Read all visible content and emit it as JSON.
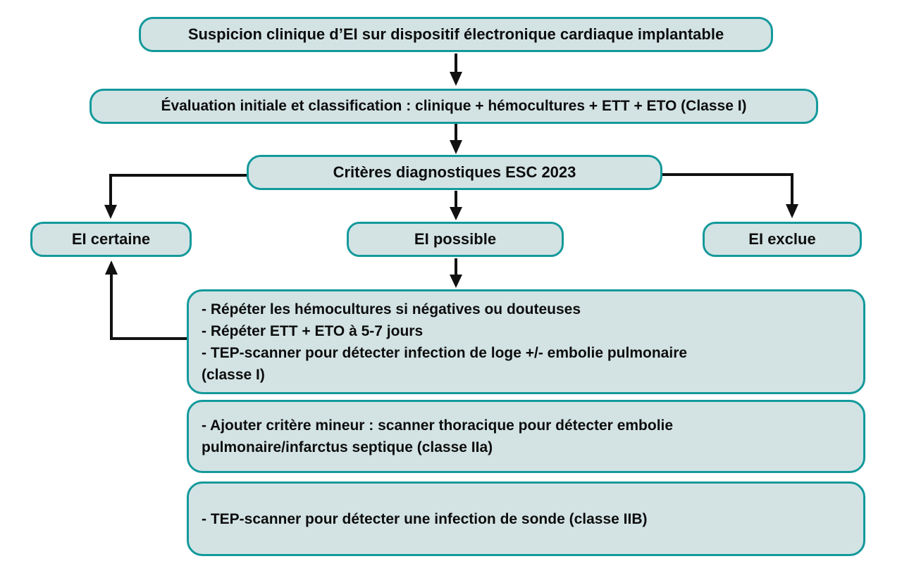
{
  "colors": {
    "box_fill": "#d3e3e4",
    "box_border": "#14999b",
    "arrow": "#111111",
    "text": "#0d0d0d",
    "background": "#ffffff"
  },
  "nodes": {
    "suspicion": {
      "label": "Suspicion clinique d’EI sur dispositif électronique cardiaque implantable"
    },
    "evaluation": {
      "label": "Évaluation initiale et classification : clinique + hémocultures + ETT + ETO (Classe I)"
    },
    "criteria": {
      "label": "Critères diagnostiques ESC 2023"
    },
    "ei_certaine": {
      "label": "EI certaine"
    },
    "ei_possible": {
      "label": "EI possible"
    },
    "ei_exclue": {
      "label": "EI exclue"
    },
    "followup_possible": {
      "lines": [
        "- Répéter les hémocultures si négatives ou douteuses",
        "- Répéter ETT + ETO à 5-7 jours",
        "- TEP-scanner pour détecter infection de loge +/- embolie pulmonaire",
        "(classe I)"
      ]
    },
    "minor_criterion": {
      "lines": [
        "- Ajouter critère mineur : scanner thoracique pour détecter embolie",
        "pulmonaire/infarctus septique (classe IIa)"
      ]
    },
    "lead_infection": {
      "lines": [
        "- TEP-scanner pour détecter une infection de sonde (classe IIB)"
      ]
    }
  }
}
